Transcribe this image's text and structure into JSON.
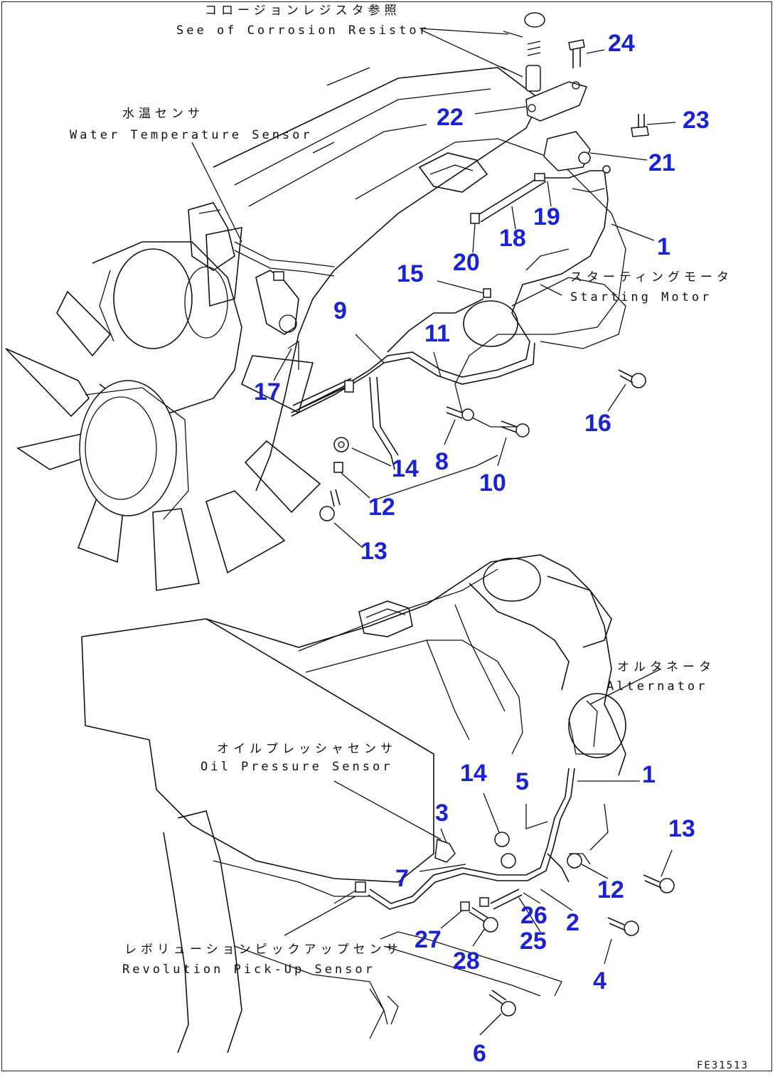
{
  "figure_code": "FE31513",
  "labels": {
    "corrosion_jp": "コロージョンレジスタ参照",
    "corrosion_en": "See of Corrosion Resistor",
    "water_jp": "水温センサ",
    "water_en": "Water Temperature Sensor",
    "starting_jp": "スターティングモータ",
    "starting_en": "Starting Motor",
    "alternator_jp": "オルタネータ",
    "alternator_en": "Alternator",
    "oil_jp": "オイルプレッシャセンサ",
    "oil_en": "Oil Pressure Sensor",
    "rev_jp": "レボリューションピックアップセンサ",
    "rev_en": "Revolution Pick-Up Sensor"
  },
  "callouts": [
    {
      "n": "24"
    },
    {
      "n": "22"
    },
    {
      "n": "23"
    },
    {
      "n": "21"
    },
    {
      "n": "19"
    },
    {
      "n": "18"
    },
    {
      "n": "1"
    },
    {
      "n": "20"
    },
    {
      "n": "15"
    },
    {
      "n": "9"
    },
    {
      "n": "11"
    },
    {
      "n": "17"
    },
    {
      "n": "16"
    },
    {
      "n": "14"
    },
    {
      "n": "8"
    },
    {
      "n": "12"
    },
    {
      "n": "10"
    },
    {
      "n": "13"
    },
    {
      "n": "1"
    },
    {
      "n": "14"
    },
    {
      "n": "5"
    },
    {
      "n": "13"
    },
    {
      "n": "3"
    },
    {
      "n": "7"
    },
    {
      "n": "12"
    },
    {
      "n": "26"
    },
    {
      "n": "2"
    },
    {
      "n": "27"
    },
    {
      "n": "25"
    },
    {
      "n": "28"
    },
    {
      "n": "4"
    },
    {
      "n": "6"
    }
  ]
}
